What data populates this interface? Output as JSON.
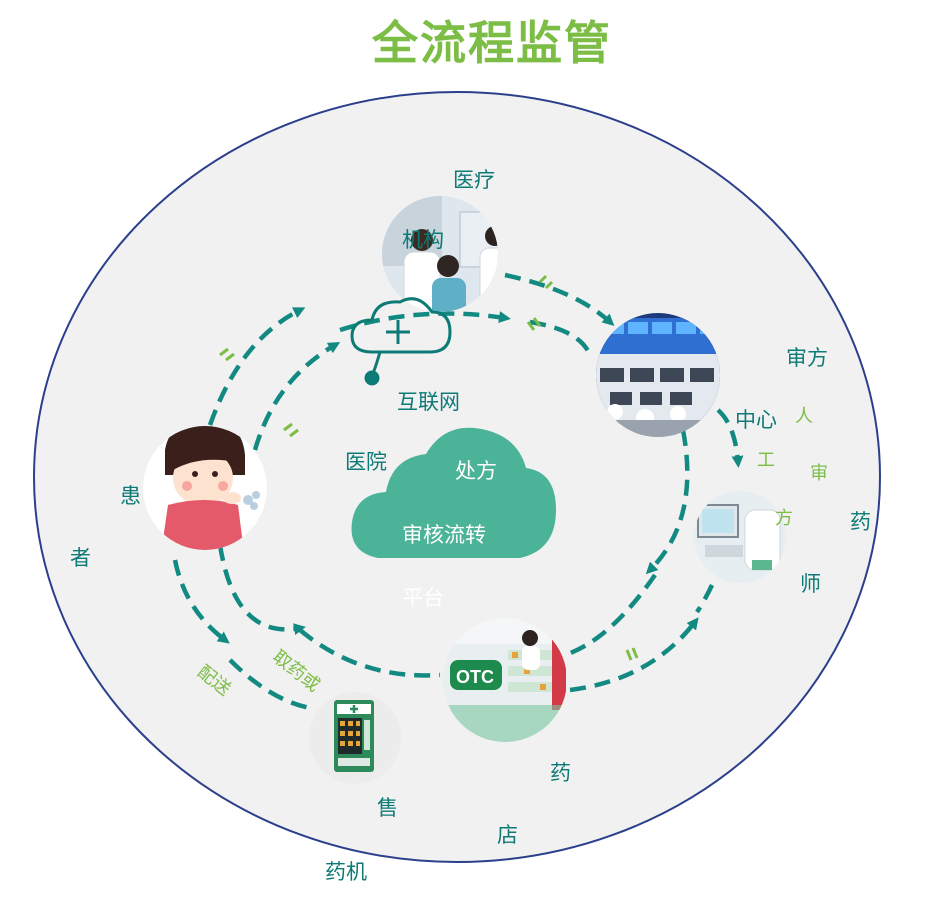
{
  "title": "全流程监管",
  "nodes": {
    "hospital": [
      "医疗",
      "机构"
    ],
    "internet": "互联网",
    "platform": [
      "医院",
      "处方",
      "审核流转",
      "平台"
    ],
    "review_center": [
      "审方",
      "中心"
    ],
    "pharmacist": [
      "药",
      "师"
    ],
    "patient": [
      "患",
      "者"
    ],
    "pharmacy": [
      "药",
      "店"
    ],
    "vending": [
      "售",
      "药机"
    ]
  },
  "edge_labels": {
    "manual_review": [
      "人",
      "工",
      "审",
      "方"
    ],
    "delivery": "配送",
    "pickup": "取药或"
  },
  "icons": {
    "doctor_photo": "doctor-consultation-photo",
    "review_center_photo": "monitoring-center-photo",
    "pharmacist_photo": "pharmacist-computer-photo",
    "patient_image": "sick-patient-cartoon",
    "pharmacy_photo": "otc-pharmacy-photo",
    "vending_image": "medicine-vending-machine",
    "internet_icon": "cloud-plus-icon",
    "platform_icon": "cloud-shape"
  },
  "colors": {
    "title": "#7cbd45",
    "teal": "#0e7a76",
    "arrow": "#128a82",
    "cloud": "#4bb397",
    "ellipse_fill": "#f1f1f1",
    "ellipse_stroke": "#2b3f8c"
  }
}
